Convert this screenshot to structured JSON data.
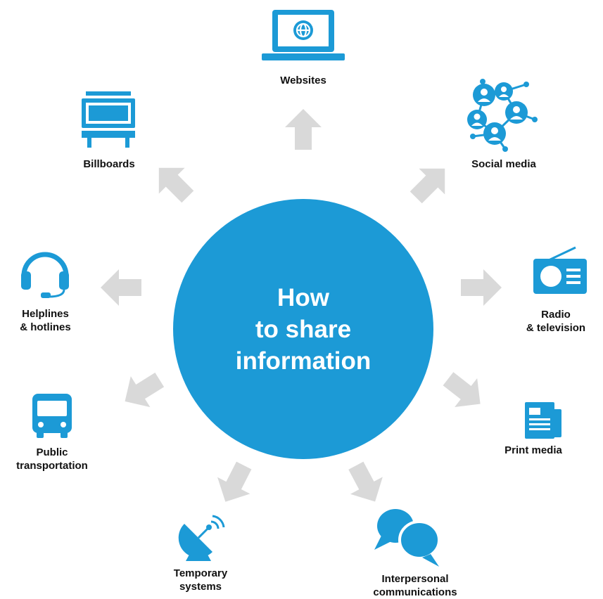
{
  "colors": {
    "accent": "#1c9ad6",
    "arrow": "#d9d9d9",
    "text": "#111111",
    "background": "#ffffff"
  },
  "hub": {
    "title": "How\nto share\ninformation"
  },
  "channels": [
    {
      "label": "Websites",
      "icon": "laptop-globe-icon"
    },
    {
      "label": "Social media",
      "icon": "social-network-icon"
    },
    {
      "label": "Radio\n& television",
      "icon": "radio-icon"
    },
    {
      "label": "Print media",
      "icon": "newspaper-icon"
    },
    {
      "label": "Interpersonal\ncommunications",
      "icon": "speech-bubbles-icon"
    },
    {
      "label": "Temporary\nsystems",
      "icon": "satellite-dish-icon"
    },
    {
      "label": "Public\ntransportation",
      "icon": "bus-icon"
    },
    {
      "label": "Helplines\n& hotlines",
      "icon": "headset-icon"
    },
    {
      "label": "Billboards",
      "icon": "billboard-icon"
    }
  ]
}
